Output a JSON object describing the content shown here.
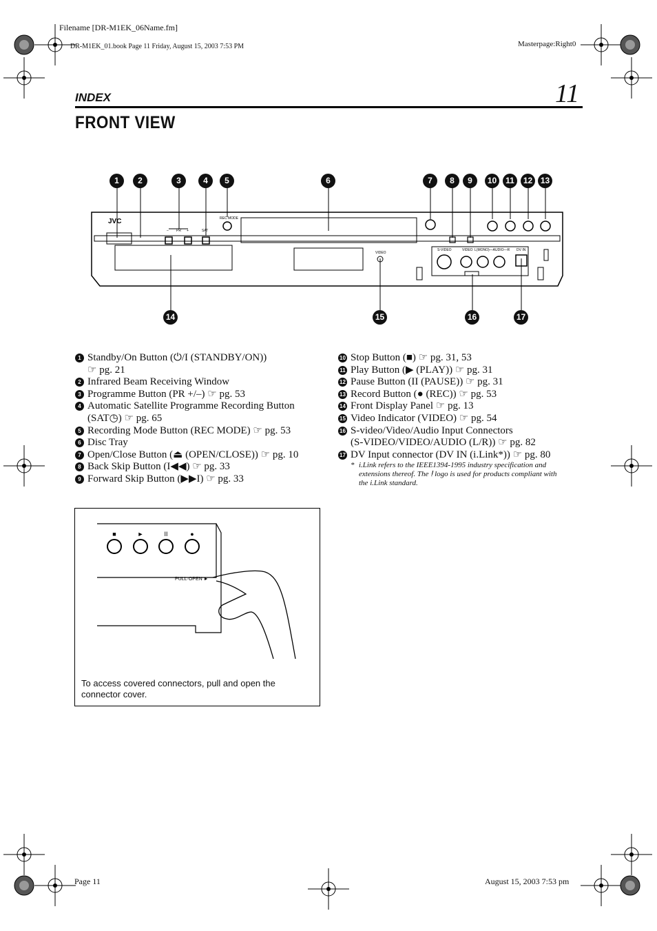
{
  "header": {
    "filename": "Filename [DR-M1EK_06Name.fm]",
    "book_info": "DR-M1EK_01.book  Page 11  Friday, August 15, 2003  7:53 PM",
    "masterpage": "Masterpage:Right0",
    "section": "INDEX",
    "page_number": "11"
  },
  "title": "FRONT VIEW",
  "panel_labels": {
    "brand": "JVC",
    "pr_minus": "–",
    "pr": "PR",
    "pr_plus": "+",
    "sat": "SAT",
    "rec_mode": "REC MODE",
    "video": "VIDEO",
    "s_video": "S-VIDEO",
    "video2": "VIDEO",
    "audio": "L(MONO)—AUDIO—R",
    "dv_in": "DV IN",
    "pull_open": "PULL·OPEN ►"
  },
  "callouts_top": [
    "1",
    "2",
    "3",
    "4",
    "5",
    "6",
    "7",
    "8",
    "9",
    "10",
    "11",
    "12",
    "13"
  ],
  "callouts_bottom": [
    "14",
    "15",
    "16",
    "17"
  ],
  "items_left": [
    {
      "n": "1",
      "text": "Standby/On Button (⏻/I (STANDBY/ON))",
      "cont": "☞ pg. 21"
    },
    {
      "n": "2",
      "text": "Infrared Beam Receiving Window"
    },
    {
      "n": "3",
      "text": "Programme Button (PR +/–) ☞ pg. 53"
    },
    {
      "n": "4",
      "text": "Automatic Satellite Programme Recording Button",
      "cont": "(SAT◷) ☞ pg. 65"
    },
    {
      "n": "5",
      "text": "Recording Mode Button (REC MODE) ☞ pg. 53"
    },
    {
      "n": "6",
      "text": "Disc Tray"
    },
    {
      "n": "7",
      "text": "Open/Close Button (⏏ (OPEN/CLOSE)) ☞ pg. 10"
    },
    {
      "n": "8",
      "text": "Back Skip Button (I◀◀) ☞ pg. 33"
    },
    {
      "n": "9",
      "text": "Forward Skip Button (▶▶I) ☞ pg. 33"
    }
  ],
  "items_right": [
    {
      "n": "10",
      "text": "Stop Button (■) ☞ pg. 31, 53"
    },
    {
      "n": "11",
      "text": "Play Button (▶ (PLAY)) ☞ pg. 31"
    },
    {
      "n": "12",
      "text": "Pause Button (II (PAUSE)) ☞ pg. 31"
    },
    {
      "n": "13",
      "text": "Record Button (● (REC)) ☞ pg. 53"
    },
    {
      "n": "14",
      "text": "Front Display Panel ☞ pg. 13"
    },
    {
      "n": "15",
      "text": "Video Indicator (VIDEO) ☞ pg. 54"
    },
    {
      "n": "16",
      "text": "S-video/Video/Audio Input Connectors",
      "cont": "(S-VIDEO/VIDEO/AUDIO (L/R)) ☞ pg. 82"
    },
    {
      "n": "17",
      "text": "DV Input connector (DV IN (i.Link*)) ☞ pg. 80"
    }
  ],
  "footnote": {
    "star": "*",
    "lines": [
      "i.Link refers to the IEEE1394-1995 industry specification and",
      "extensions thereof. The ⵑ logo is used for products compliant with",
      "the i.Link standard."
    ]
  },
  "figure_caption": [
    "To access covered connectors, pull and open the",
    "connector cover."
  ],
  "footer": {
    "page": "Page 11",
    "date": "August 15, 2003 7:53 pm"
  }
}
